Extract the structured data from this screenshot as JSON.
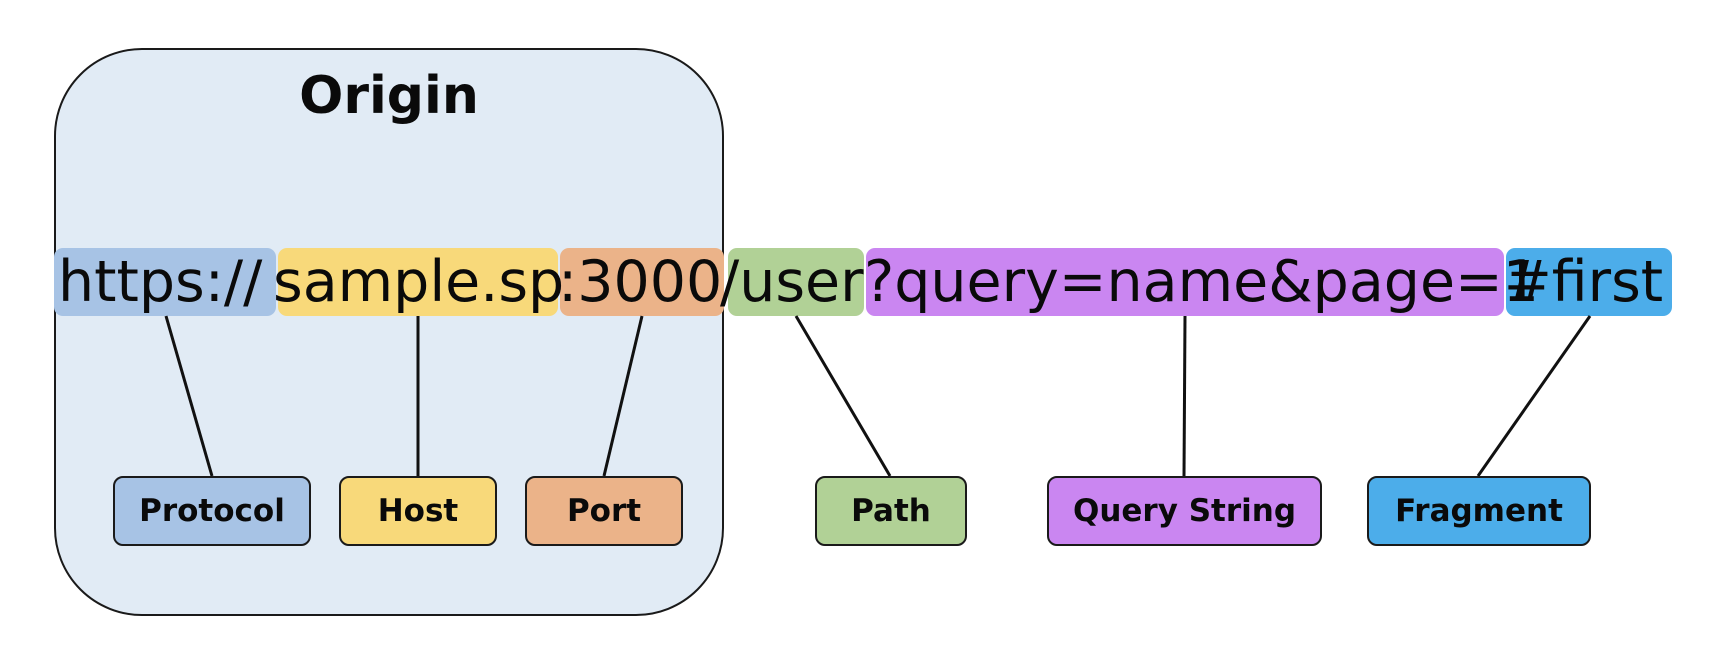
{
  "origin": {
    "title": "Origin",
    "fill": "#e1ebf5"
  },
  "url_parts": {
    "protocol": {
      "text": "https://",
      "color": "#a7c3e5"
    },
    "host": {
      "text": "sample.sp",
      "color": "#f8d97a"
    },
    "port": {
      "text": ":3000",
      "color": "#ebb389"
    },
    "path": {
      "text": "/user",
      "color": "#b1d196"
    },
    "query": {
      "text": "?query=name&page=1",
      "color": "#ca86f1"
    },
    "fragment": {
      "text": "#first",
      "color": "#4cadea"
    }
  },
  "labels": {
    "protocol": "Protocol",
    "host": "Host",
    "port": "Port",
    "path": "Path",
    "query": "Query String",
    "fragment": "Fragment"
  }
}
